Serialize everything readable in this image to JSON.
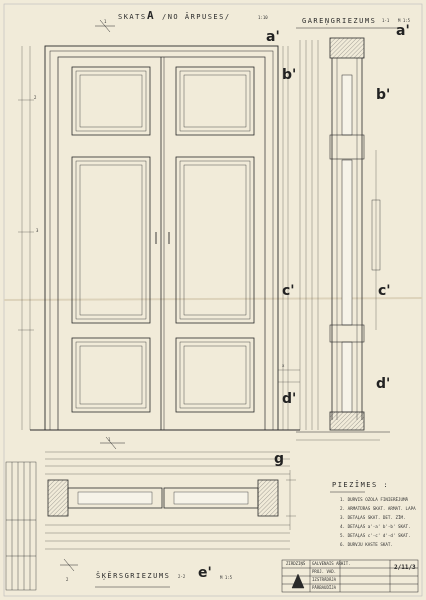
{
  "title": {
    "skats": "SKATS",
    "letter": "A",
    "suffix": "/NO ĀRPUSES/",
    "scale": "1:10"
  },
  "sections": {
    "vertical": "GAREŅGRIEZUMS",
    "vertical_id": "1-1",
    "vertical_scale": "M 1:5",
    "horizontal": "ŠĶĒRSGRIEZUMS",
    "horizontal_id": "2-2",
    "horizontal_scale": "M 1:5"
  },
  "markers": {
    "a1": "a'",
    "a2": "a'",
    "b1": "b'",
    "b2": "b'",
    "c1": "c'",
    "c2": "c'",
    "d1": "d'",
    "d2": "d'",
    "e": "e'",
    "g": "g",
    "one_top": "1",
    "one_bottom": "1",
    "two_left": "2",
    "three_left": "3",
    "x": "x",
    "two_bl": "2"
  },
  "notes": {
    "title": "PIEZĪMES :",
    "items": [
      "1. DURVIS  OZOLA  FINIERĒJUMĀ",
      "2. ARMATŪRAS  SKAT.  ARMAT.  LAPA",
      "3. DETAĻAS  SKAT.  DET.  ZĪM.",
      "4. DETAĻAS  a'-a'  b'-b'  SKAT.",
      "5. DETAĻAS  c'-c'  d'-d'  SKAT.",
      "6. DURVJU  KASTE  SKAT."
    ]
  },
  "stamp": {
    "org": "ZIRDZIŅŠ",
    "sheet_no": "2/11/3",
    "lines": [
      "GALVENAIS ARHIT.",
      "PROJ. VAD.",
      "IZSTRĀDĀJA",
      "PĀRBAUDĪJA"
    ]
  },
  "colors": {
    "paper": "#f1ebd9",
    "ink": "#2a2a2a",
    "tint": "#f6f3e8"
  }
}
